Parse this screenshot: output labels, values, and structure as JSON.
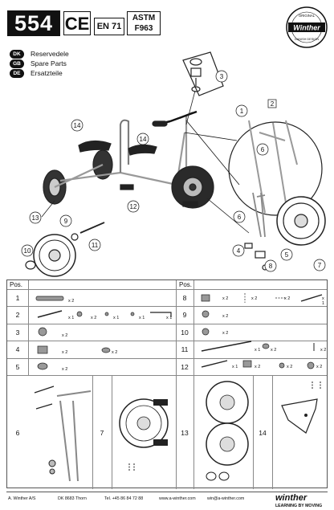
{
  "header": {
    "model_number": "554",
    "ce_mark": "CE",
    "standard_en": "EN 71",
    "standard_astm": "ASTM",
    "standard_astm_code": "F963",
    "brand_badge_top": "ORIGINAL",
    "brand_badge_name": "Winther",
    "brand_badge_bottom": "DANISH DESIGN"
  },
  "languages": [
    {
      "code": "DK",
      "label": "Reservedele"
    },
    {
      "code": "GB",
      "label": "Spare Parts"
    },
    {
      "code": "DE",
      "label": "Ersatzteile"
    }
  ],
  "callouts": [
    "1",
    "2",
    "3",
    "4",
    "5",
    "6",
    "7",
    "8",
    "9",
    "10",
    "11",
    "12",
    "13",
    "14",
    "14"
  ],
  "table": {
    "pos_header": "Pos.",
    "rows_left": [
      {
        "pos": "1",
        "qty": [
          "x 2"
        ]
      },
      {
        "pos": "2",
        "qty": [
          "x 1",
          "x 2",
          "x 1",
          "x 1",
          "x 1"
        ]
      },
      {
        "pos": "3",
        "qty": [
          "x 2"
        ]
      },
      {
        "pos": "4",
        "qty": [
          "x 2",
          "x 2"
        ]
      },
      {
        "pos": "5",
        "qty": [
          "x 2"
        ]
      }
    ],
    "rows_right": [
      {
        "pos": "8",
        "qty": [
          "x 2",
          "x 2",
          "x 2",
          "x 1"
        ]
      },
      {
        "pos": "9",
        "qty": [
          "x 2"
        ]
      },
      {
        "pos": "10",
        "qty": [
          "x 2"
        ]
      },
      {
        "pos": "11",
        "qty": [
          "x 1",
          "x 2",
          "x 2"
        ]
      },
      {
        "pos": "12",
        "qty": [
          "x 1",
          "x 2",
          "x 2",
          "x 2"
        ]
      }
    ],
    "lower_positions": [
      "6",
      "7",
      "13",
      "14"
    ]
  },
  "footer": {
    "company": "A. Winther A/S",
    "address": "DK 8683 Thorn",
    "phone": "Tel. +45 86 84 72 88",
    "web": "www.a-winther.com",
    "email": "win@a-winther.com",
    "brand": "winther",
    "tagline": "LEARNING BY MOVING"
  }
}
